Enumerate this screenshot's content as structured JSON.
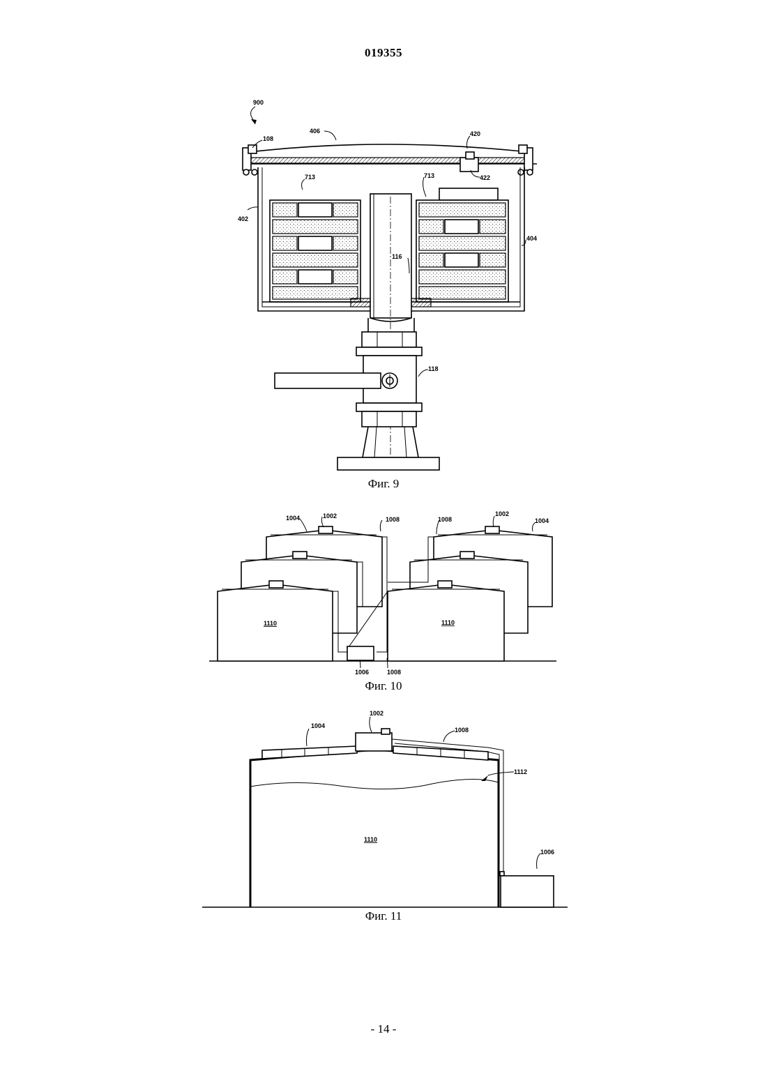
{
  "header": {
    "doc_number": "019355"
  },
  "figures": [
    {
      "caption": "Фиг. 9",
      "labels": {
        "l900": "900",
        "l108": "108",
        "l406": "406",
        "l420": "420",
        "l422": "422",
        "l713a": "713",
        "l713b": "713",
        "l402": "402",
        "l404": "404",
        "l116": "116",
        "l118": "118"
      }
    },
    {
      "caption": "Фиг. 10",
      "labels": {
        "l1004a": "1004",
        "l1002a": "1002",
        "l1008a": "1008",
        "l1008b": "1008",
        "l1002b": "1002",
        "l1004b": "1004",
        "l1110a": "1110",
        "l1110b": "1110",
        "l1006": "1006",
        "l1008c": "1008"
      }
    },
    {
      "caption": "Фиг. 11",
      "labels": {
        "l1004": "1004",
        "l1002": "1002",
        "l1008": "1008",
        "l1112": "1112",
        "l1110": "1110",
        "l1006": "1006"
      }
    }
  ],
  "footer": {
    "page_number": "- 14 -"
  }
}
